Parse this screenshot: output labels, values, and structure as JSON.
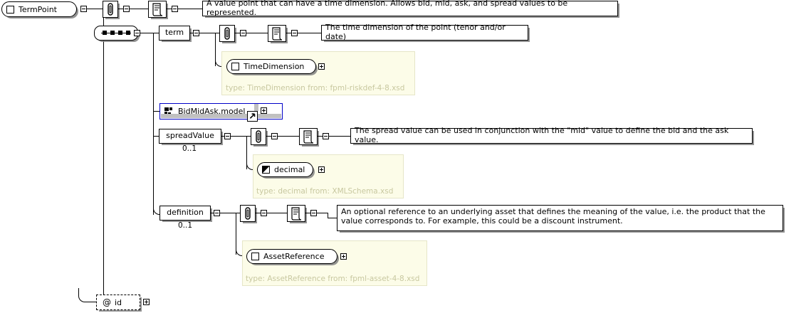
{
  "diagram": {
    "title": "TermPoint",
    "root": {
      "name": "TermPoint",
      "icon": "element-square-icon",
      "documentation": "A value point that can have a time dimension. Allows bid, mid, ask, and spread values to be represented."
    },
    "compositor": {
      "kind": "sequence",
      "icon": "sequence-node-icon"
    },
    "children": [
      {
        "name": "term",
        "multiplicity": "",
        "documentation": "The time dimension of the point (tenor and/or date)",
        "type_node": {
          "label": "TimeDimension",
          "icon": "element-square-icon",
          "caption": "type: TimeDimension from: fpml-riskdef-4-8.xsd"
        }
      },
      {
        "name": "BidMidAsk.model",
        "kind": "model-group-reference",
        "icon": "model-group-icon",
        "border_color": "#0000c8"
      },
      {
        "name": "spreadValue",
        "multiplicity": "0..1",
        "documentation": "The spread value can be used in conjunction with the \"mid\" value to define the bid and the ask value.",
        "type_node": {
          "label": "decimal",
          "icon": "simple-type-icon",
          "caption": "type: decimal from: XMLSchema.xsd"
        }
      },
      {
        "name": "definition",
        "multiplicity": "0..1",
        "documentation": "An optional reference to an underlying asset that defines the meaning of the value, i.e. the product that the value corresponds to. For example, this could be a discount instrument.",
        "type_node": {
          "label": "AssetReference",
          "icon": "element-square-icon",
          "caption": "type: AssetReference from: fpml-asset-4-8.xsd"
        }
      }
    ],
    "attributes": [
      {
        "name": "@ id",
        "icon": "attribute-at-icon"
      }
    ],
    "icons": {
      "annotation": "paperclip-icon",
      "documentation": "document-scroll-icon",
      "collapse": "minus-toggle-icon",
      "expand": "plus-toggle-icon",
      "external_link": "external-link-arrow-icon"
    },
    "colors": {
      "type_container_bg": "#fcfce8",
      "type_container_border": "#e6e6c8",
      "type_caption_text": "#c8c8a0",
      "model_ref_border": "#0000c8",
      "line": "#000000",
      "shadow": "#808080"
    }
  }
}
